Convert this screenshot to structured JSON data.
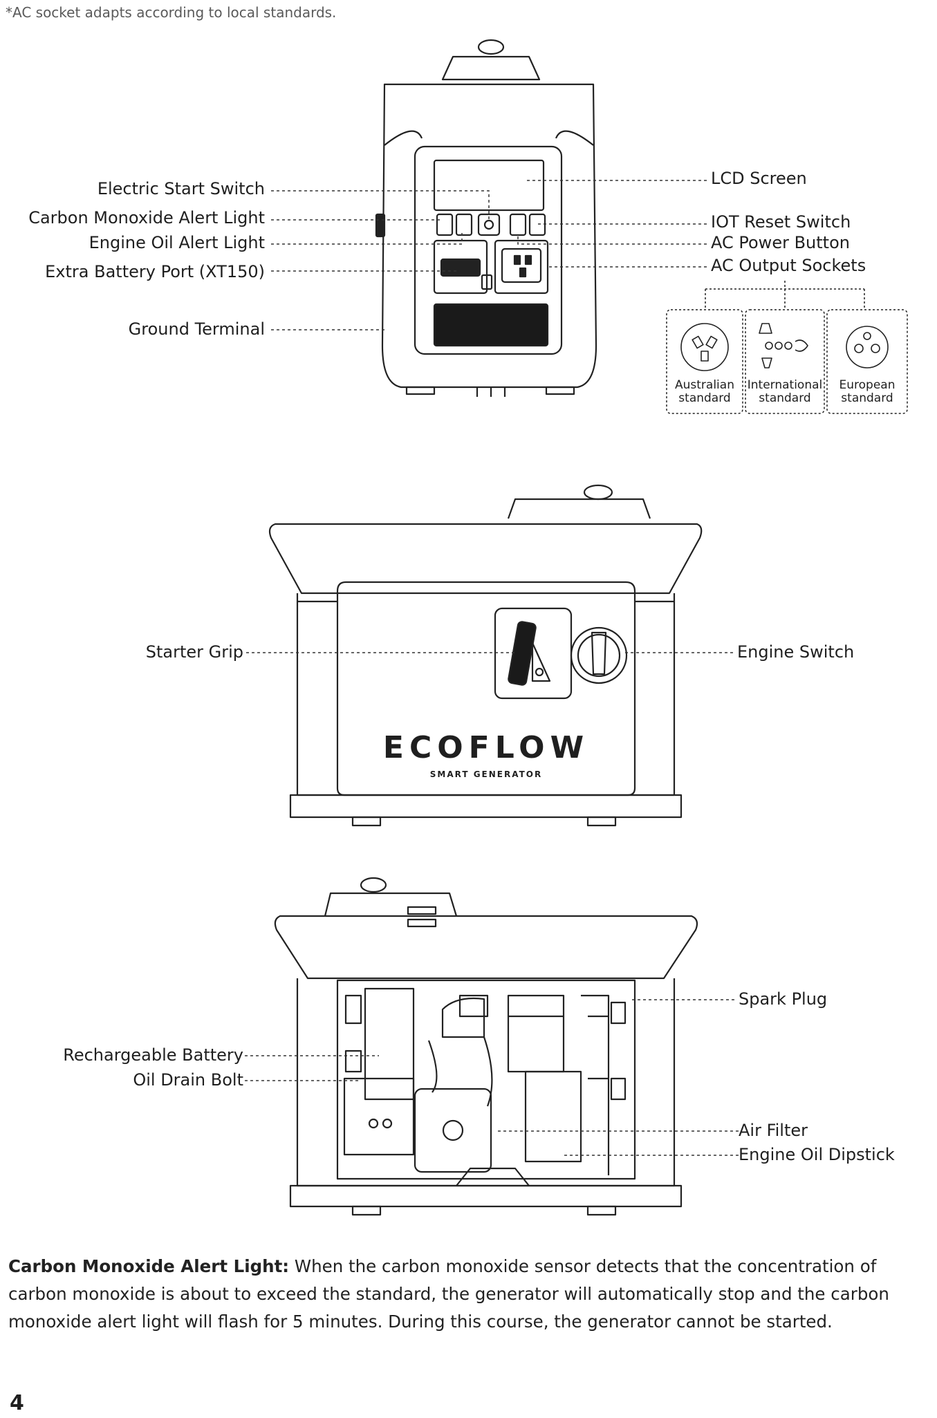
{
  "note": "*AC socket adapts according to local standards.",
  "front_view": {
    "labels_left": [
      "Electric Start Switch",
      "Carbon Monoxide Alert Light",
      "Engine Oil Alert Light",
      "Extra Battery Port (XT150)",
      "Ground Terminal"
    ],
    "labels_right": [
      "LCD Screen",
      "IOT Reset Switch",
      "AC Power Button",
      "AC Output Sockets"
    ],
    "sockets": [
      {
        "line1": "Australian",
        "line2": "standard"
      },
      {
        "line1": "International",
        "line2": "standard"
      },
      {
        "line1": "European",
        "line2": "standard"
      }
    ]
  },
  "side_view": {
    "labels_left": [
      "Starter Grip"
    ],
    "labels_right": [
      "Engine Switch"
    ],
    "logo": "ECOFLOW",
    "logo_sub": "SMART GENERATOR"
  },
  "open_view": {
    "labels_left": [
      "Rechargeable Battery",
      "Oil Drain Bolt"
    ],
    "labels_right": [
      "Spark Plug",
      "Air Filter",
      "Engine Oil Dipstick"
    ]
  },
  "description": {
    "term": "Carbon Monoxide Alert Light:",
    "text": " When the carbon monoxide sensor detects that the concentration of carbon monoxide is about to exceed the standard, the generator will automatically stop and the carbon monoxide alert light will flash for 5 minutes. During this course, the generator cannot be started."
  },
  "page_number": "4"
}
